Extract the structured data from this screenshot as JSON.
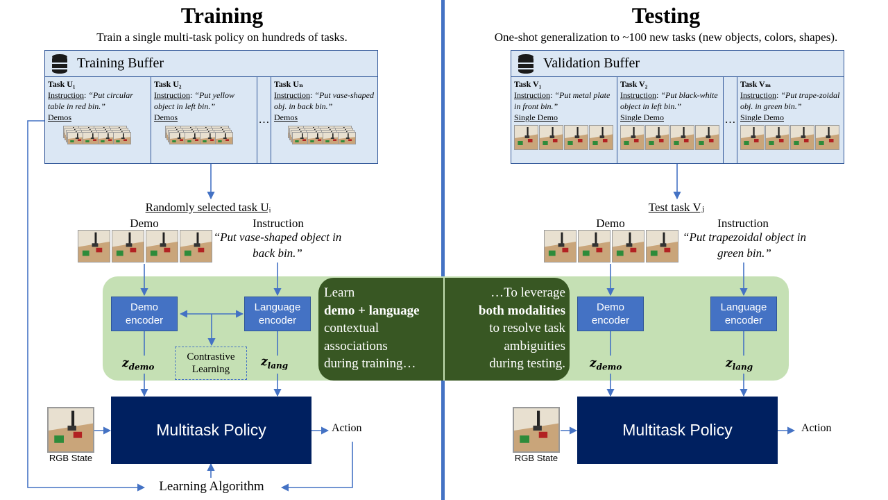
{
  "colors": {
    "accent_blue": "#4472c4",
    "divider": "#4472c4",
    "policy_bg": "#002060",
    "green_panel": "#c5e0b4",
    "dark_green": "#385723",
    "buffer_bg": "#dbe7f4"
  },
  "training": {
    "title": "Training",
    "subtitle": "Train a single multi-task policy on hundreds of tasks.",
    "buffer_title": "Training Buffer",
    "buffer_icon": "database-icon",
    "tasks": [
      {
        "name": "Task U₁",
        "instruction_label": "Instruction",
        "instruction": "“Put circular table in red bin.”",
        "demos_label": "Demos"
      },
      {
        "name": "Task U₂",
        "instruction_label": "Instruction",
        "instruction": "“Put yellow object in left bin.”",
        "demos_label": "Demos"
      },
      {
        "name": "Task Uₙ",
        "instruction_label": "Instruction",
        "instruction": "“Put vase-shaped obj. in back bin.”",
        "demos_label": "Demos"
      }
    ],
    "ellipsis": "…",
    "selected_task": "Randomly selected task Uᵢ",
    "demo_label": "Demo",
    "instruction_label": "Instruction",
    "instruction_text": "“Put vase-shaped object in back bin.”",
    "demo_encoder": "Demo encoder",
    "language_encoder": "Language encoder",
    "contrastive": "Contrastive Learning",
    "z_demo": "demo",
    "z_lang": "lang",
    "policy": "Multitask Policy",
    "rgb_state": "RGB State",
    "action": "Action",
    "learning_algorithm": "Learning Algorithm"
  },
  "testing": {
    "title": "Testing",
    "subtitle": "One-shot generalization to ~100 new tasks (new objects, colors, shapes).",
    "buffer_title": "Validation Buffer",
    "buffer_icon": "database-icon",
    "tasks": [
      {
        "name": "Task V₁",
        "instruction_label": "Instruction",
        "instruction": "“Put metal plate in front bin.”",
        "demos_label": "Single Demo"
      },
      {
        "name": "Task V₂",
        "instruction_label": "Instruction",
        "instruction": "“Put black-white object in left bin.”",
        "demos_label": "Single Demo"
      },
      {
        "name": "Task Vₘ",
        "instruction_label": "Instruction",
        "instruction": "“Put trape-zoidal obj. in green bin.”",
        "demos_label": "Single Demo"
      }
    ],
    "ellipsis": "…",
    "selected_task": "Test task Vⱼ",
    "demo_label": "Demo",
    "instruction_label": "Instruction",
    "instruction_text": "“Put trapezoidal object in green bin.”",
    "demo_encoder": "Demo encoder",
    "language_encoder": "Language encoder",
    "z_demo": "demo",
    "z_lang": "lang",
    "policy": "Multitask Policy",
    "rgb_state": "RGB State",
    "action": "Action"
  },
  "center": {
    "left_lines": [
      "Learn",
      "demo + language",
      "contextual",
      "associations",
      "during training…"
    ],
    "right_lines": [
      "…To leverage",
      "both modalities",
      "to resolve task",
      "ambiguities",
      "during testing."
    ]
  }
}
